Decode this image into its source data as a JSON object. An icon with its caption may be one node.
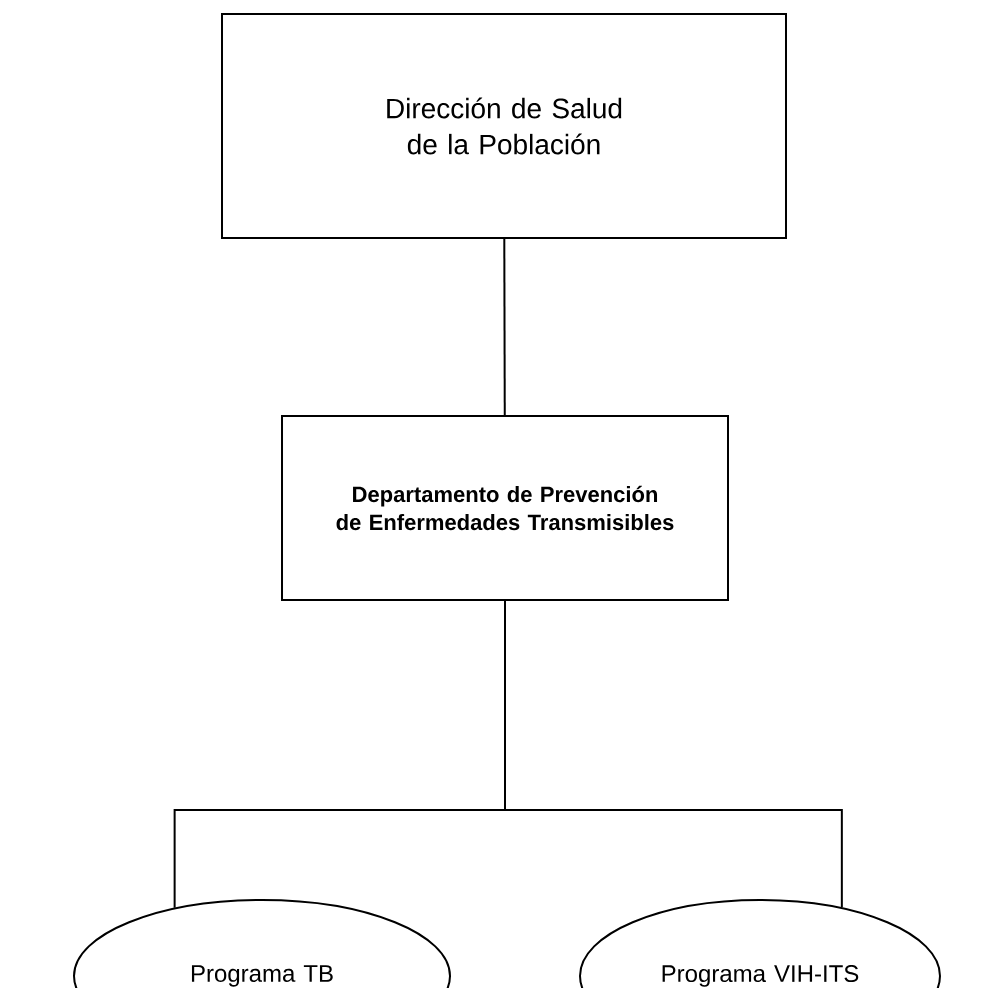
{
  "diagram": {
    "nodes": [
      {
        "text": [
          "Dirección de Salud de la Población"
        ]
      },
      {
        "text": [
          "Departamento de Prevención de Enfermedades Transmisibles"
        ]
      },
      {
        "text": [
          "Programa TB"
        ]
      },
      {
        "text": [
          "Programa VIH-ITS"
        ]
      }
    ],
    "edges": [
      {
        "from": 0,
        "to": 1,
        "arrow": "none"
      },
      {
        "from": 1,
        "to": 2,
        "arrow": "none"
      },
      {
        "from": 1,
        "to": 3,
        "arrow": "none"
      }
    ]
  }
}
